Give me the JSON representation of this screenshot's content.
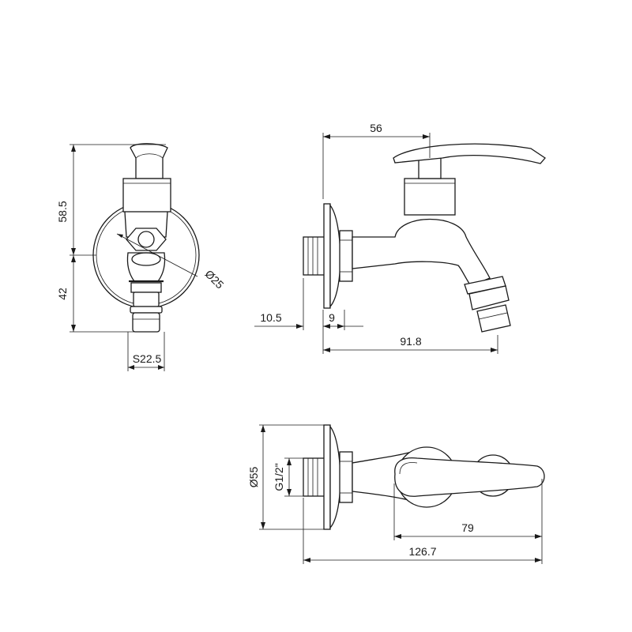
{
  "dimensions": {
    "front_height_upper": "58.5",
    "front_height_lower": "42",
    "front_bottom_width": "S22.5",
    "front_diameter": "Ø25",
    "side_top_reach": "56",
    "side_wall_depth": "10.5",
    "side_flange_depth": "9",
    "side_total_reach": "91.8",
    "top_diameter": "Ø55",
    "top_thread": "G1/2\"",
    "top_handle_length": "79",
    "top_total_length": "126.7"
  }
}
